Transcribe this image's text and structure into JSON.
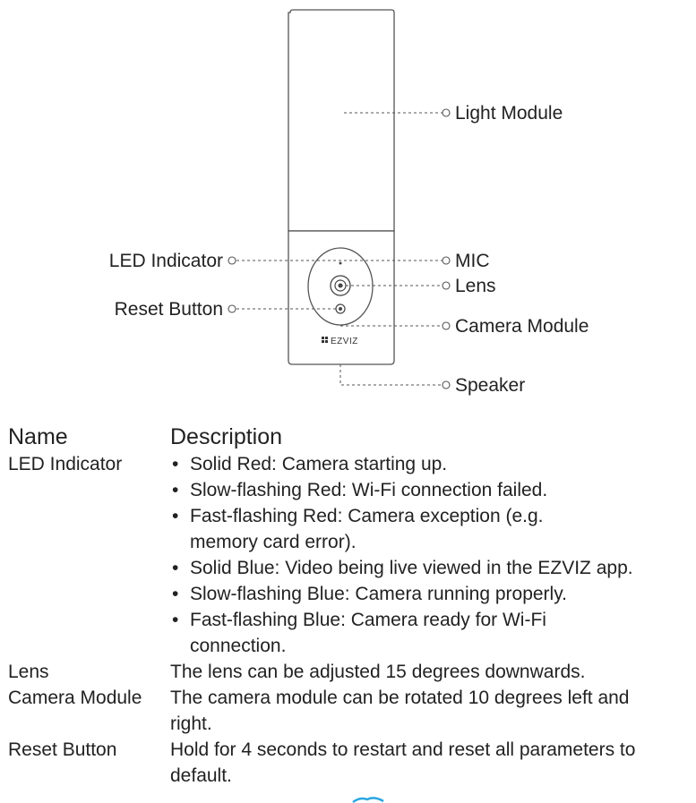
{
  "diagram": {
    "callouts": {
      "light_module": "Light Module",
      "led_indicator": "LED Indicator",
      "mic": "MIC",
      "lens": "Lens",
      "reset_button": "Reset Button",
      "camera_module": "Camera Module",
      "speaker": "Speaker"
    },
    "brand": "EZVIZ",
    "icons": [
      "ezviz-logo-icon",
      "callout-circle-icon",
      "reset-button-icon",
      "lens-icon"
    ]
  },
  "table": {
    "header": {
      "name": "Name",
      "description": "Description"
    },
    "rows": [
      {
        "name": "LED Indicator",
        "bullets": [
          "Solid Red: Camera starting up.",
          "Slow-flashing Red: Wi-Fi connection failed.",
          "Fast-flashing Red: Camera exception (e.g. memory card error).",
          "Solid Blue: Video being live viewed in the EZVIZ app.",
          "Slow-flashing Blue: Camera running properly.",
          "Fast-flashing Blue: Camera ready for Wi-Fi connection."
        ]
      },
      {
        "name": "Lens",
        "description": "The lens can be adjusted 15 degrees downwards."
      },
      {
        "name": "Camera Module",
        "description": "The camera module can be rotated 10 degrees left and right."
      },
      {
        "name": "Reset Button",
        "description": "Hold for 4 seconds to restart and reset all parameters to default."
      }
    ]
  },
  "colors": {
    "line": "#555555",
    "text": "#222222",
    "accent_blob": "#2aa6e0"
  }
}
